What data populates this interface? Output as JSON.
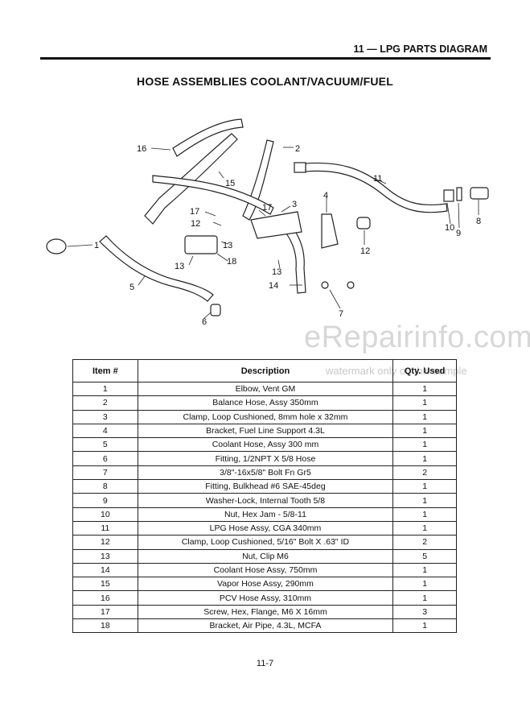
{
  "header": {
    "section": "11 — LPG PARTS DIAGRAM"
  },
  "title": "HOSE ASSEMBLIES COOLANT/VACUUM/FUEL",
  "diagram": {
    "callouts": [
      "16",
      "2",
      "15",
      "11",
      "4",
      "17",
      "3",
      "10",
      "9",
      "8",
      "12",
      "1",
      "12",
      "17",
      "13",
      "13",
      "18",
      "5",
      "13",
      "14",
      "7",
      "6"
    ]
  },
  "watermark": {
    "main": "eRepairinfo.com",
    "sub": "watermark only on this sample"
  },
  "table": {
    "headers": [
      "Item #",
      "Description",
      "Qty. Used"
    ],
    "rows": [
      [
        "1",
        "Elbow, Vent GM",
        "1"
      ],
      [
        "2",
        "Balance Hose, Assy 350mm",
        "1"
      ],
      [
        "3",
        "Clamp, Loop Cushioned, 8mm hole x 32mm",
        "1"
      ],
      [
        "4",
        "Bracket, Fuel Line Support 4.3L",
        "1"
      ],
      [
        "5",
        "Coolant Hose, Assy 300 mm",
        "1"
      ],
      [
        "6",
        "Fitting, 1/2NPT X 5/8 Hose",
        "1"
      ],
      [
        "7",
        "3/8\"-16x5/8\" Bolt Fn Gr5",
        "2"
      ],
      [
        "8",
        "Fitting, Bulkhead #6 SAE-45deg",
        "1"
      ],
      [
        "9",
        "Washer-Lock, Internal Tooth 5/8",
        "1"
      ],
      [
        "10",
        "Nut, Hex Jam - 5/8-11",
        "1"
      ],
      [
        "11",
        "LPG Hose Assy, CGA 340mm",
        "1"
      ],
      [
        "12",
        "Clamp, Loop Cushioned, 5/16\" Bolt X .63\" ID",
        "2"
      ],
      [
        "13",
        "Nut, Clip M6",
        "5"
      ],
      [
        "14",
        "Coolant Hose Assy, 750mm",
        "1"
      ],
      [
        "15",
        "Vapor Hose Assy, 290mm",
        "1"
      ],
      [
        "16",
        "PCV Hose Assy, 310mm",
        "1"
      ],
      [
        "17",
        "Screw, Hex, Flange, M6 X 16mm",
        "3"
      ],
      [
        "18",
        "Bracket, Air Pipe, 4.3L, MCFA",
        "1"
      ]
    ]
  },
  "footer": {
    "page": "11-7"
  }
}
